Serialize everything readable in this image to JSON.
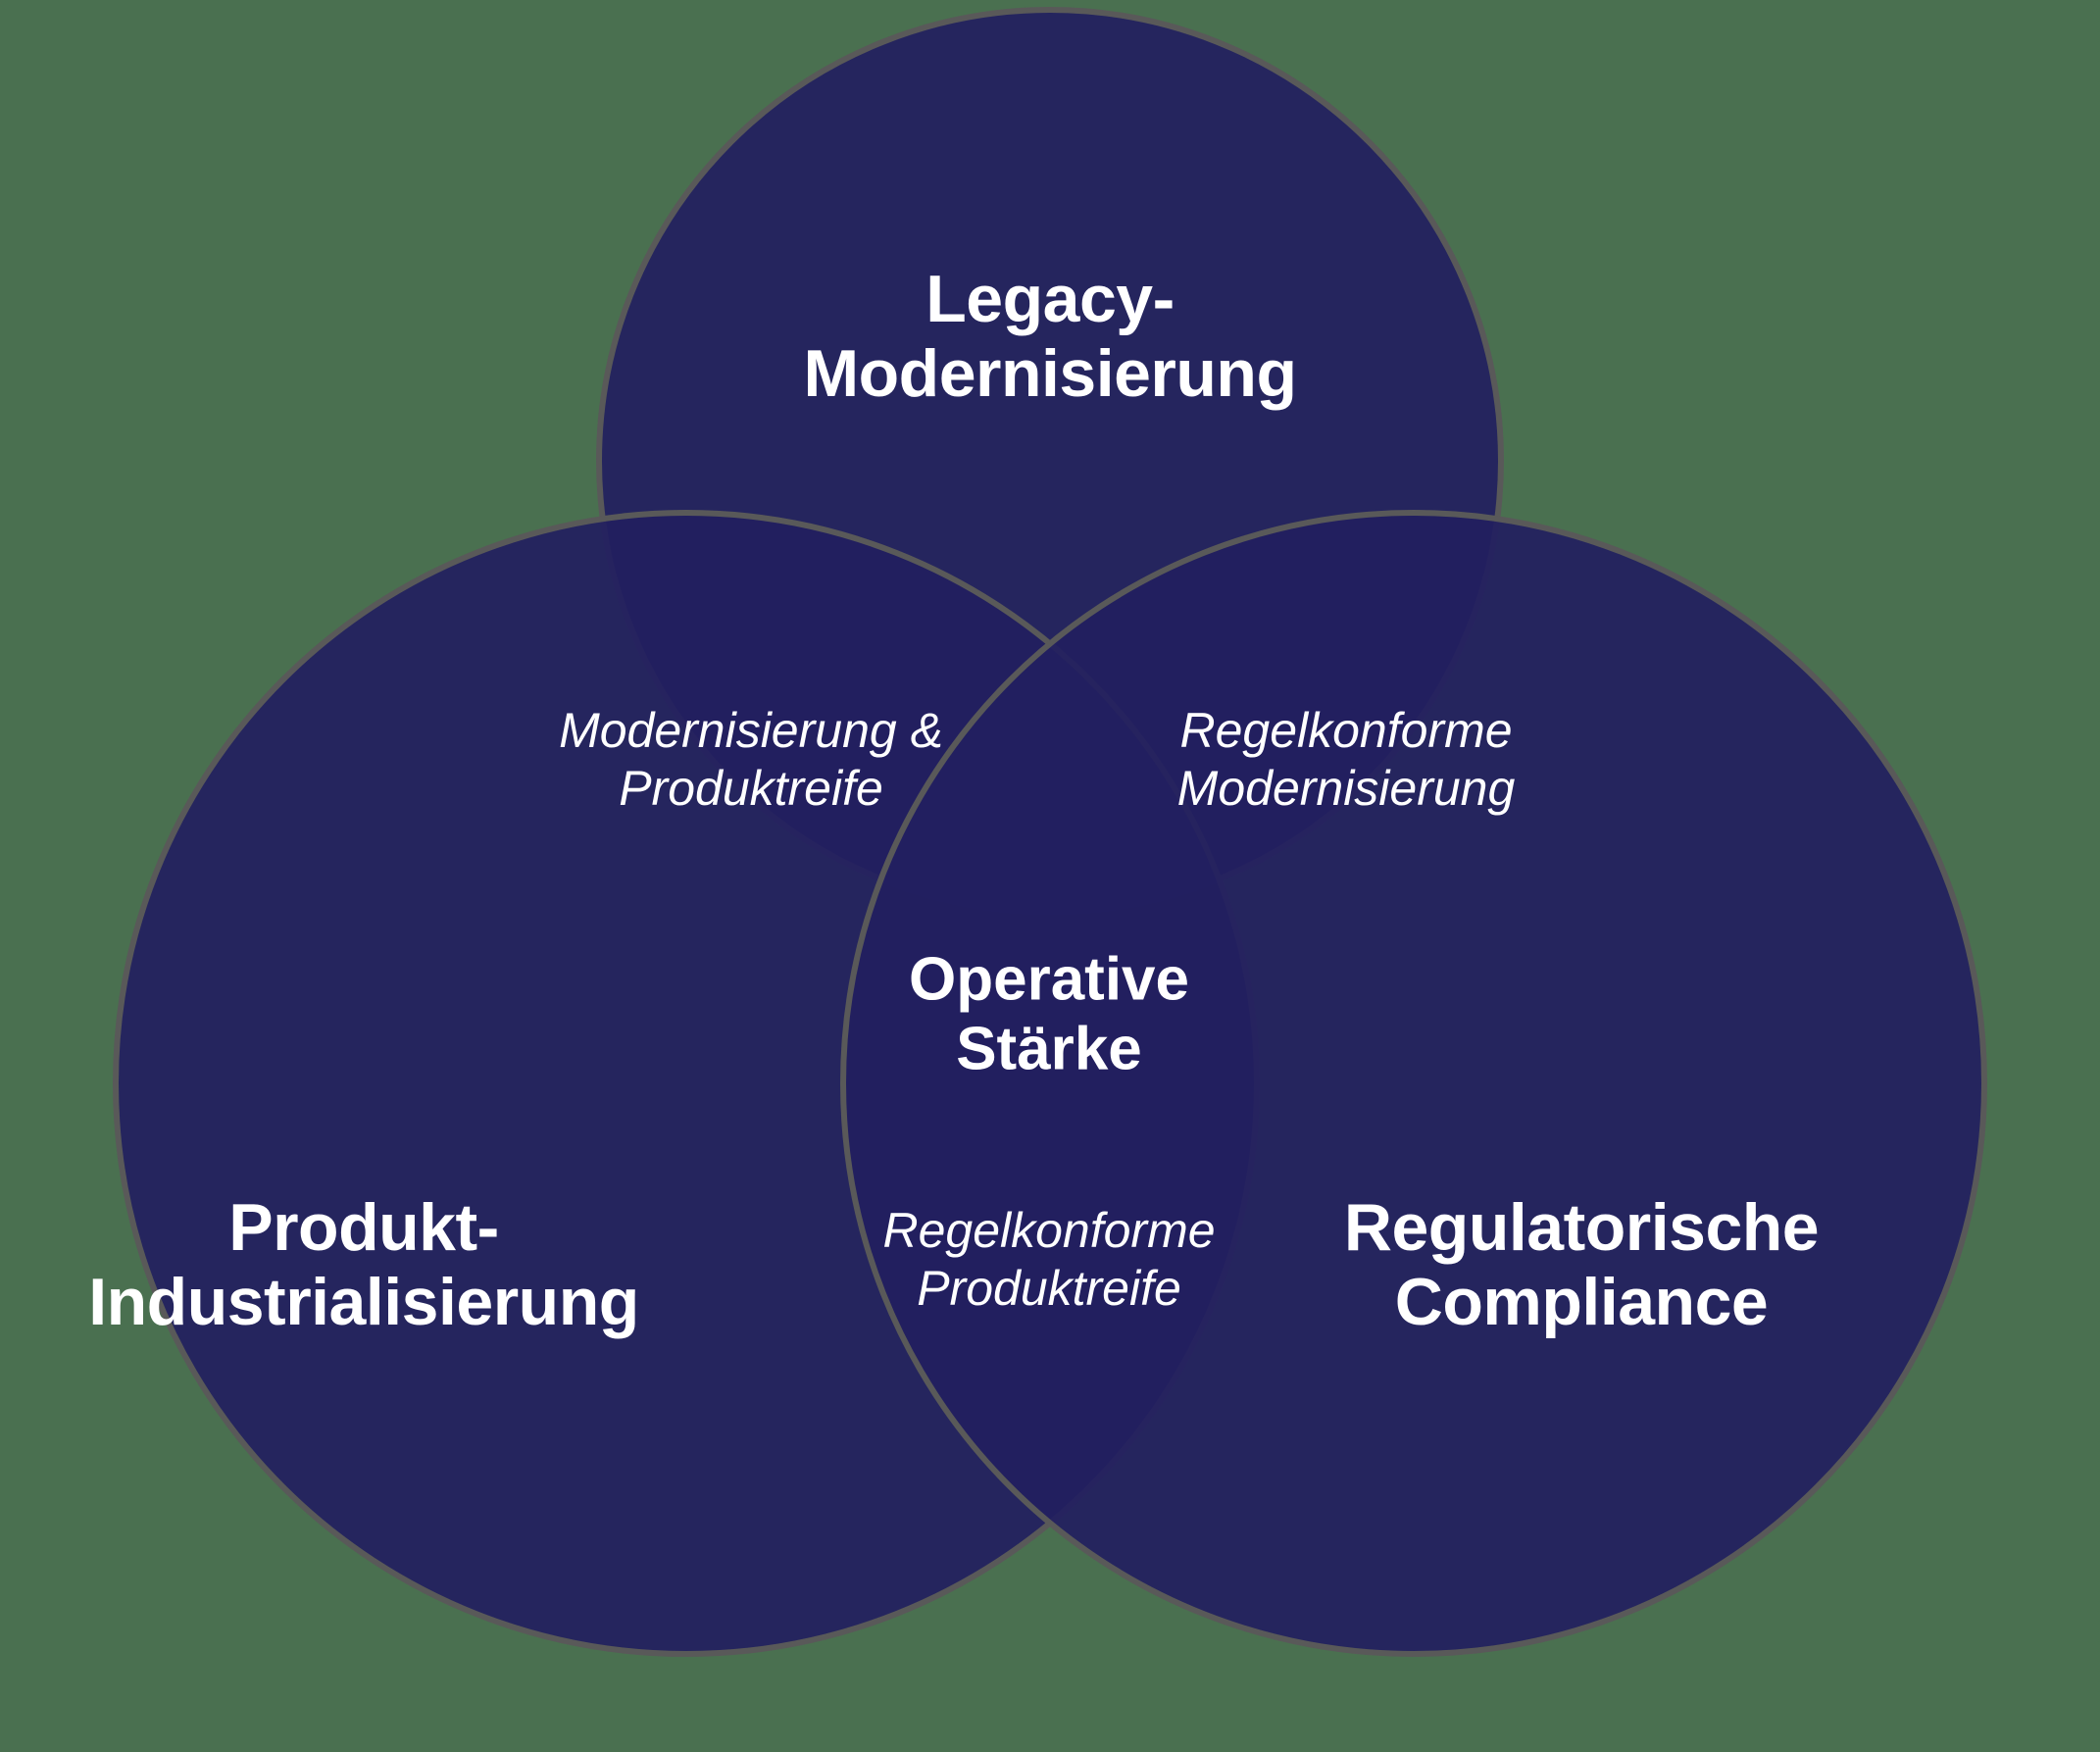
{
  "diagram": {
    "type": "venn-3",
    "title": "",
    "background_color": "#4a7050",
    "circle_fill_color": "#221f60",
    "circle_stroke_color": "#595959",
    "text_color": "#ffffff",
    "sets": [
      {
        "id": "legacy",
        "label": "Legacy-\nModernisierung",
        "position": "top"
      },
      {
        "id": "produkt",
        "label": "Produkt-\nIndustrialisierung",
        "position": "bottom-left"
      },
      {
        "id": "compliance",
        "label": "Regulatorische\nCompliance",
        "position": "bottom-right"
      }
    ],
    "intersections": [
      {
        "id": "legacy-produkt",
        "label": "Modernisierung &\nProduktreife",
        "sets": [
          "legacy",
          "produkt"
        ]
      },
      {
        "id": "legacy-compliance",
        "label": "Regelkonforme\nModernisierung",
        "sets": [
          "legacy",
          "compliance"
        ]
      },
      {
        "id": "produkt-compliance",
        "label": "Regelkonforme\nProduktreife",
        "sets": [
          "produkt",
          "compliance"
        ]
      },
      {
        "id": "center",
        "label": "Operative\nStärke",
        "sets": [
          "legacy",
          "produkt",
          "compliance"
        ]
      }
    ]
  }
}
